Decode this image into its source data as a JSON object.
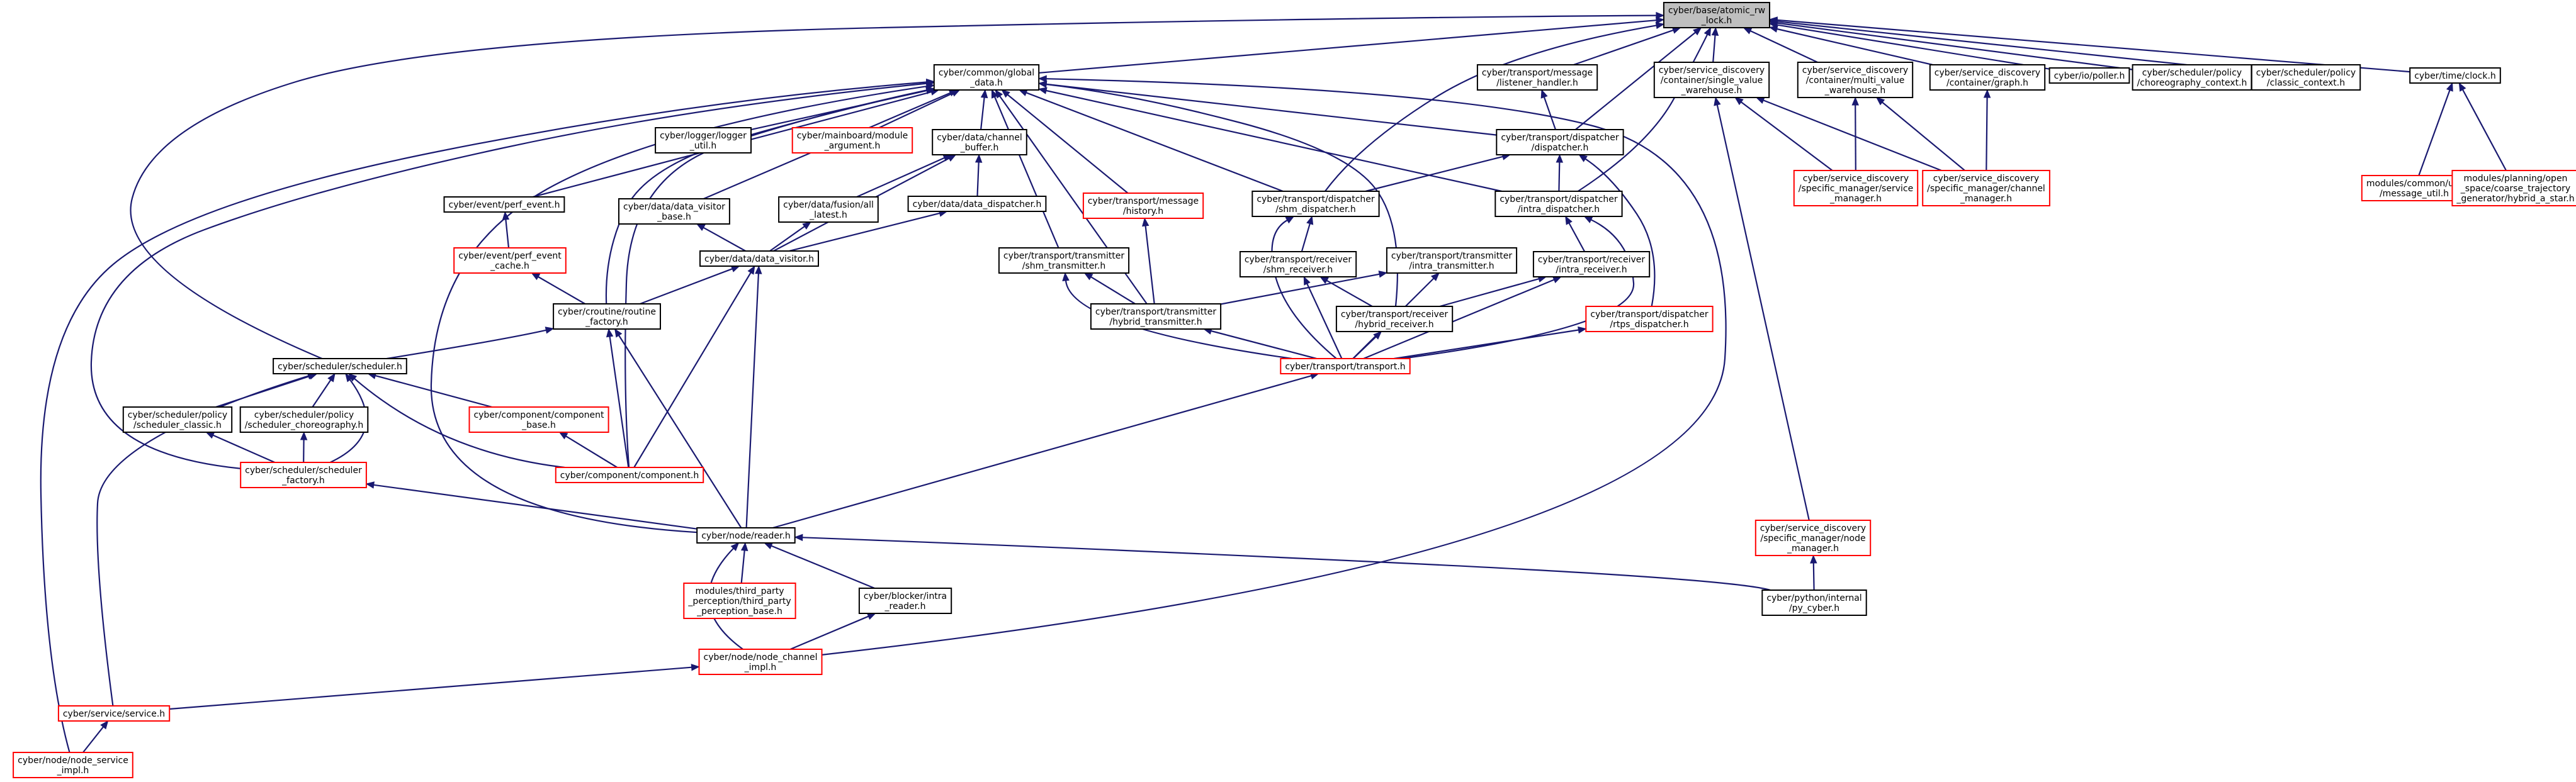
{
  "nodes": [
    {
      "id": "atomic",
      "lines": [
        "cyber/base/atomic_rw",
        "_lock.h"
      ],
      "style": "root"
    },
    {
      "id": "global_data",
      "lines": [
        "cyber/common/global",
        "_data.h"
      ],
      "style": "black"
    },
    {
      "id": "listener",
      "lines": [
        "cyber/transport/message",
        "/listener_handler.h"
      ],
      "style": "black"
    },
    {
      "id": "single_value",
      "lines": [
        "cyber/service_discovery",
        "/container/single_value",
        "_warehouse.h"
      ],
      "style": "black"
    },
    {
      "id": "multi_value",
      "lines": [
        "cyber/service_discovery",
        "/container/multi_value",
        "_warehouse.h"
      ],
      "style": "black"
    },
    {
      "id": "graph",
      "lines": [
        "cyber/service_discovery",
        "/container/graph.h"
      ],
      "style": "black"
    },
    {
      "id": "poller",
      "lines": [
        "cyber/io/poller.h"
      ],
      "style": "black"
    },
    {
      "id": "choreo_ctx",
      "lines": [
        "cyber/scheduler/policy",
        "/choreography_context.h"
      ],
      "style": "black"
    },
    {
      "id": "classic_ctx",
      "lines": [
        "cyber/scheduler/policy",
        "/classic_context.h"
      ],
      "style": "black"
    },
    {
      "id": "clock",
      "lines": [
        "cyber/time/clock.h"
      ],
      "style": "black"
    },
    {
      "id": "logger",
      "lines": [
        "cyber/logger/logger",
        "_util.h"
      ],
      "style": "black"
    },
    {
      "id": "module_arg",
      "lines": [
        "cyber/mainboard/module",
        "_argument.h"
      ],
      "style": "red"
    },
    {
      "id": "channel_buffer",
      "lines": [
        "cyber/data/channel",
        "_buffer.h"
      ],
      "style": "black"
    },
    {
      "id": "dispatcher",
      "lines": [
        "cyber/transport/dispatcher",
        "/dispatcher.h"
      ],
      "style": "black"
    },
    {
      "id": "service_mgr",
      "lines": [
        "cyber/service_discovery",
        "/specific_manager/service",
        "_manager.h"
      ],
      "style": "red"
    },
    {
      "id": "channel_mgr",
      "lines": [
        "cyber/service_discovery",
        "/specific_manager/channel",
        "_manager.h"
      ],
      "style": "red"
    },
    {
      "id": "message_util",
      "lines": [
        "modules/common/util",
        "/message_util.h"
      ],
      "style": "red"
    },
    {
      "id": "hybrid_a_star",
      "lines": [
        "modules/planning/open",
        "_space/coarse_trajectory",
        "_generator/hybrid_a_star.h"
      ],
      "style": "red"
    },
    {
      "id": "perf_event",
      "lines": [
        "cyber/event/perf_event.h"
      ],
      "style": "black"
    },
    {
      "id": "visitor_base",
      "lines": [
        "cyber/data/data_visitor",
        "_base.h"
      ],
      "style": "black"
    },
    {
      "id": "all_latest",
      "lines": [
        "cyber/data/fusion/all",
        "_latest.h"
      ],
      "style": "black"
    },
    {
      "id": "data_dispatcher",
      "lines": [
        "cyber/data/data_dispatcher.h"
      ],
      "style": "black"
    },
    {
      "id": "history",
      "lines": [
        "cyber/transport/message",
        "/history.h"
      ],
      "style": "red"
    },
    {
      "id": "shm_dispatcher",
      "lines": [
        "cyber/transport/dispatcher",
        "/shm_dispatcher.h"
      ],
      "style": "black"
    },
    {
      "id": "intra_dispatcher",
      "lines": [
        "cyber/transport/dispatcher",
        "/intra_dispatcher.h"
      ],
      "style": "black"
    },
    {
      "id": "perf_event_cache",
      "lines": [
        "cyber/event/perf_event",
        "_cache.h"
      ],
      "style": "red"
    },
    {
      "id": "data_visitor",
      "lines": [
        "cyber/data/data_visitor.h"
      ],
      "style": "black"
    },
    {
      "id": "shm_transmitter",
      "lines": [
        "cyber/transport/transmitter",
        "/shm_transmitter.h"
      ],
      "style": "black"
    },
    {
      "id": "shm_receiver",
      "lines": [
        "cyber/transport/receiver",
        "/shm_receiver.h"
      ],
      "style": "black"
    },
    {
      "id": "intra_transmitter",
      "lines": [
        "cyber/transport/transmitter",
        "/intra_transmitter.h"
      ],
      "style": "black"
    },
    {
      "id": "intra_receiver",
      "lines": [
        "cyber/transport/receiver",
        "/intra_receiver.h"
      ],
      "style": "black"
    },
    {
      "id": "routine_factory",
      "lines": [
        "cyber/croutine/routine",
        "_factory.h"
      ],
      "style": "black"
    },
    {
      "id": "hybrid_transmitter",
      "lines": [
        "cyber/transport/transmitter",
        "/hybrid_transmitter.h"
      ],
      "style": "black"
    },
    {
      "id": "hybrid_receiver",
      "lines": [
        "cyber/transport/receiver",
        "/hybrid_receiver.h"
      ],
      "style": "black"
    },
    {
      "id": "rtps_dispatcher",
      "lines": [
        "cyber/transport/dispatcher",
        "/rtps_dispatcher.h"
      ],
      "style": "red"
    },
    {
      "id": "scheduler",
      "lines": [
        "cyber/scheduler/scheduler.h"
      ],
      "style": "black"
    },
    {
      "id": "transport",
      "lines": [
        "cyber/transport/transport.h"
      ],
      "style": "red"
    },
    {
      "id": "sched_classic",
      "lines": [
        "cyber/scheduler/policy",
        "/scheduler_classic.h"
      ],
      "style": "black"
    },
    {
      "id": "sched_choreo",
      "lines": [
        "cyber/scheduler/policy",
        "/scheduler_choreography.h"
      ],
      "style": "black"
    },
    {
      "id": "component_base",
      "lines": [
        "cyber/component/component",
        "_base.h"
      ],
      "style": "red"
    },
    {
      "id": "sched_factory",
      "lines": [
        "cyber/scheduler/scheduler",
        "_factory.h"
      ],
      "style": "red"
    },
    {
      "id": "component",
      "lines": [
        "cyber/component/component.h"
      ],
      "style": "red"
    },
    {
      "id": "node_mgr",
      "lines": [
        "cyber/service_discovery",
        "/specific_manager/node",
        "_manager.h"
      ],
      "style": "red"
    },
    {
      "id": "reader",
      "lines": [
        "cyber/node/reader.h"
      ],
      "style": "black"
    },
    {
      "id": "py_cyber",
      "lines": [
        "cyber/python/internal",
        "/py_cyber.h"
      ],
      "style": "black"
    },
    {
      "id": "third_party",
      "lines": [
        "modules/third_party",
        "_perception/third_party",
        "_perception_base.h"
      ],
      "style": "red"
    },
    {
      "id": "intra_reader",
      "lines": [
        "cyber/blocker/intra",
        "_reader.h"
      ],
      "style": "black"
    },
    {
      "id": "node_channel_impl",
      "lines": [
        "cyber/node/node_channel",
        "_impl.h"
      ],
      "style": "red"
    },
    {
      "id": "service",
      "lines": [
        "cyber/service/service.h"
      ],
      "style": "red"
    },
    {
      "id": "node_service_impl",
      "lines": [
        "cyber/node/node_service",
        "_impl.h"
      ],
      "style": "red"
    }
  ],
  "edges": [
    [
      "global_data",
      "atomic"
    ],
    [
      "listener",
      "atomic"
    ],
    [
      "single_value",
      "atomic"
    ],
    [
      "multi_value",
      "atomic"
    ],
    [
      "graph",
      "atomic"
    ],
    [
      "poller",
      "atomic"
    ],
    [
      "choreo_ctx",
      "atomic"
    ],
    [
      "classic_ctx",
      "atomic"
    ],
    [
      "clock",
      "atomic"
    ],
    [
      "dispatcher",
      "atomic"
    ],
    [
      "intra_dispatcher",
      "atomic"
    ],
    [
      "shm_dispatcher",
      "atomic"
    ],
    [
      "scheduler",
      "atomic"
    ],
    [
      "logger",
      "global_data"
    ],
    [
      "module_arg",
      "global_data"
    ],
    [
      "channel_buffer",
      "global_data"
    ],
    [
      "perf_event",
      "global_data"
    ],
    [
      "visitor_base",
      "global_data"
    ],
    [
      "history",
      "global_data"
    ],
    [
      "shm_transmitter",
      "global_data"
    ],
    [
      "hybrid_transmitter",
      "global_data"
    ],
    [
      "shm_dispatcher",
      "global_data"
    ],
    [
      "intra_dispatcher",
      "global_data"
    ],
    [
      "dispatcher",
      "global_data"
    ],
    [
      "hybrid_receiver",
      "global_data"
    ],
    [
      "routine_factory",
      "global_data"
    ],
    [
      "component",
      "global_data"
    ],
    [
      "reader",
      "global_data"
    ],
    [
      "node_channel_impl",
      "global_data"
    ],
    [
      "sched_factory",
      "global_data"
    ],
    [
      "node_service_impl",
      "global_data"
    ],
    [
      "dispatcher",
      "listener"
    ],
    [
      "service_mgr",
      "single_value"
    ],
    [
      "channel_mgr",
      "single_value"
    ],
    [
      "node_mgr",
      "single_value"
    ],
    [
      "service_mgr",
      "multi_value"
    ],
    [
      "channel_mgr",
      "multi_value"
    ],
    [
      "channel_mgr",
      "graph"
    ],
    [
      "message_util",
      "clock"
    ],
    [
      "hybrid_a_star",
      "clock"
    ],
    [
      "all_latest",
      "channel_buffer"
    ],
    [
      "data_dispatcher",
      "channel_buffer"
    ],
    [
      "data_visitor",
      "channel_buffer"
    ],
    [
      "shm_dispatcher",
      "dispatcher"
    ],
    [
      "intra_dispatcher",
      "dispatcher"
    ],
    [
      "rtps_dispatcher",
      "dispatcher"
    ],
    [
      "perf_event_cache",
      "perf_event"
    ],
    [
      "routine_factory",
      "perf_event_cache"
    ],
    [
      "data_visitor",
      "visitor_base"
    ],
    [
      "data_visitor",
      "all_latest"
    ],
    [
      "data_visitor",
      "data_dispatcher"
    ],
    [
      "hybrid_transmitter",
      "history"
    ],
    [
      "shm_receiver",
      "shm_dispatcher"
    ],
    [
      "transport",
      "shm_dispatcher"
    ],
    [
      "intra_receiver",
      "intra_dispatcher"
    ],
    [
      "transport",
      "intra_dispatcher"
    ],
    [
      "routine_factory",
      "data_visitor"
    ],
    [
      "component",
      "data_visitor"
    ],
    [
      "reader",
      "data_visitor"
    ],
    [
      "hybrid_transmitter",
      "shm_transmitter"
    ],
    [
      "transport",
      "shm_transmitter"
    ],
    [
      "hybrid_receiver",
      "shm_receiver"
    ],
    [
      "transport",
      "shm_receiver"
    ],
    [
      "hybrid_transmitter",
      "intra_transmitter"
    ],
    [
      "transport",
      "intra_transmitter"
    ],
    [
      "hybrid_receiver",
      "intra_receiver"
    ],
    [
      "transport",
      "intra_receiver"
    ],
    [
      "scheduler",
      "routine_factory"
    ],
    [
      "component",
      "routine_factory"
    ],
    [
      "reader",
      "routine_factory"
    ],
    [
      "transport",
      "hybrid_transmitter"
    ],
    [
      "transport",
      "hybrid_receiver"
    ],
    [
      "transport",
      "rtps_dispatcher"
    ],
    [
      "sched_classic",
      "scheduler"
    ],
    [
      "sched_choreo",
      "scheduler"
    ],
    [
      "component_base",
      "scheduler"
    ],
    [
      "sched_factory",
      "scheduler"
    ],
    [
      "component",
      "scheduler"
    ],
    [
      "service",
      "scheduler"
    ],
    [
      "reader",
      "transport"
    ],
    [
      "sched_factory",
      "sched_classic"
    ],
    [
      "sched_factory",
      "sched_choreo"
    ],
    [
      "component",
      "component_base"
    ],
    [
      "reader",
      "sched_factory"
    ],
    [
      "py_cyber",
      "node_mgr"
    ],
    [
      "third_party",
      "reader"
    ],
    [
      "intra_reader",
      "reader"
    ],
    [
      "node_channel_impl",
      "reader"
    ],
    [
      "py_cyber",
      "reader"
    ],
    [
      "node_channel_impl",
      "intra_reader"
    ],
    [
      "service",
      "node_channel_impl"
    ],
    [
      "node_service_impl",
      "service"
    ]
  ]
}
